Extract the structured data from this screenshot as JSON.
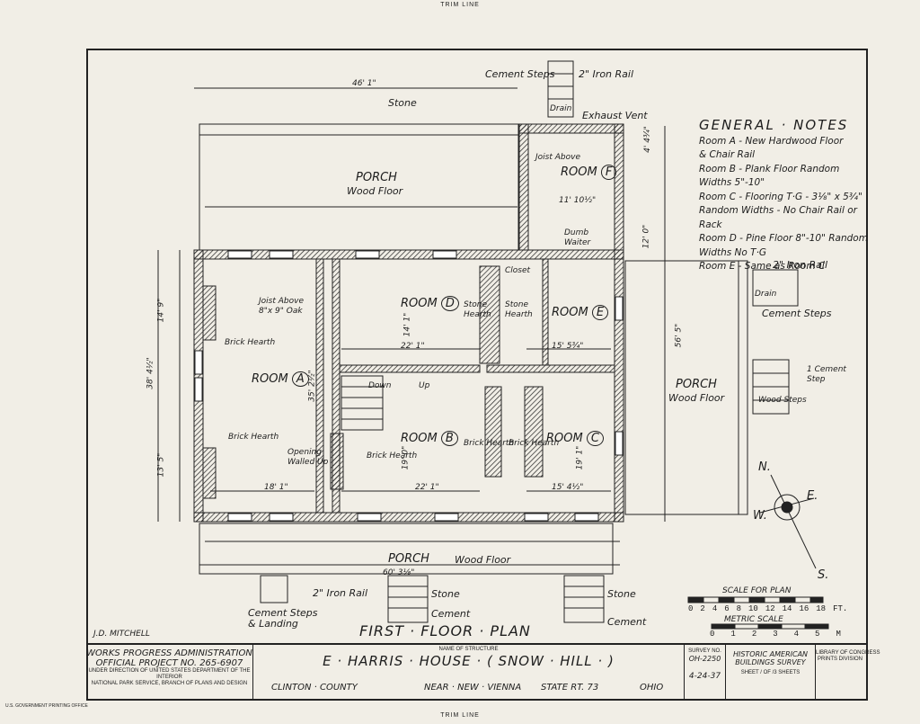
{
  "sheet": {
    "trim_label": "TRIM LINE",
    "drawing_title": "FIRST · FLOOR · PLAN",
    "drafter": "J.D. MITCHELL",
    "printer_mark": "U.S. GOVERNMENT PRINTING OFFICE"
  },
  "general_notes": {
    "title": "GENERAL · NOTES",
    "lines": [
      "Room A - New Hardwood Floor",
      "& Chair Rail",
      "Room B - Plank Floor Random Widths 5\"-10\"",
      "Room C - Flooring T·G - 3⅛\" x 5¾\"",
      "Random Widths - No Chair Rail or Rack",
      "Room D - Pine Floor 8\"-10\" Random",
      "Widths No T·G",
      "Room E - Same as Room C"
    ]
  },
  "rooms": {
    "a": {
      "name": "ROOM",
      "letter": "A"
    },
    "b": {
      "name": "ROOM",
      "letter": "B"
    },
    "c": {
      "name": "ROOM",
      "letter": "C"
    },
    "d": {
      "name": "ROOM",
      "letter": "D"
    },
    "e": {
      "name": "ROOM",
      "letter": "E"
    },
    "f": {
      "name": "ROOM",
      "letter": "F"
    }
  },
  "labels": {
    "porch": "PORCH",
    "wood_floor": "Wood Floor",
    "stone": "Stone",
    "cement": "Cement",
    "cement_steps": "Cement Steps",
    "cement_steps_landing": "Cement Steps\n& Landing",
    "iron_rail": "2\" Iron Rail",
    "exhaust_vent": "Exhaust Vent",
    "drain": "Drain",
    "joist_above": "Joist Above",
    "joist_above_oak": "Joist Above\n8\"x 9\" Oak",
    "brick_hearth": "Brick Hearth",
    "stone_hearth": "Stone\nHearth",
    "dumb_waiter": "Dumb\nWaiter",
    "closet": "Closet",
    "opening_walled_up": "Opening\nWalled Up",
    "down": "Down",
    "up": "Up",
    "one_cement_step": "1 Cement\nStep",
    "wood_steps": "Wood Steps"
  },
  "dimensions": {
    "overall_porch": "46' 1\"",
    "overall_width": "60' 3⅛\"",
    "overall_depth": "38' 4½\"",
    "east_porch": "56' 5\"",
    "a_height": "35' 2½\"",
    "a_width": "18' 1\"",
    "b_width": "22' 1\"",
    "hall": "22' 1\"",
    "c_width": "15' 4½\"",
    "d_depth": "14' 1\"",
    "e_width": "15' 5¾\"",
    "f_width": "11' 10½\"",
    "b_depth": "19' 0\"",
    "c_depth": "19' 1\"",
    "left_top": "14' 9\"",
    "left_bot": "13' 5\"",
    "right_12": "12' 0\"",
    "top_f": "4' 4¾\""
  },
  "compass": {
    "n": "N.",
    "e": "E.",
    "s": "S.",
    "w": "W."
  },
  "scale": {
    "plan_label": "SCALE FOR PLAN",
    "plan_ticks": [
      "0",
      "2",
      "4",
      "6",
      "8",
      "10",
      "12",
      "14",
      "16",
      "18"
    ],
    "plan_unit": "FT.",
    "metric_label": "METRIC SCALE",
    "metric_ticks": [
      "0",
      "1",
      "2",
      "3",
      "4",
      "5"
    ],
    "metric_unit": "M"
  },
  "title_block": {
    "wpa_line1": "WORKS PROGRESS ADMINISTRATION",
    "wpa_line2": "OFFICIAL PROJECT NO. 265-6907",
    "wpa_line3": "UNDER DIRECTION OF UNITED STATES DEPARTMENT OF THE INTERIOR",
    "wpa_line4": "NATIONAL PARK SERVICE, BRANCH OF PLANS AND DESIGN",
    "name_caption": "NAME OF STRUCTURE",
    "structure_name": "E · HARRIS · HOUSE · ( SNOW · HILL · )",
    "county": "CLINTON · COUNTY",
    "location": "NEAR · NEW · VIENNA",
    "route": "STATE RT. 73",
    "state": "OHIO",
    "survey_caption": "SURVEY NO.",
    "survey_no": "OH-2250",
    "date": "4-24-37",
    "habs_line1": "HISTORIC AMERICAN",
    "habs_line2": "BUILDINGS SURVEY",
    "sheet_of": "SHEET / OF /3 SHEETS",
    "library_caption": "LIBRARY OF CONGRESS\nPRINTS DIVISION"
  }
}
